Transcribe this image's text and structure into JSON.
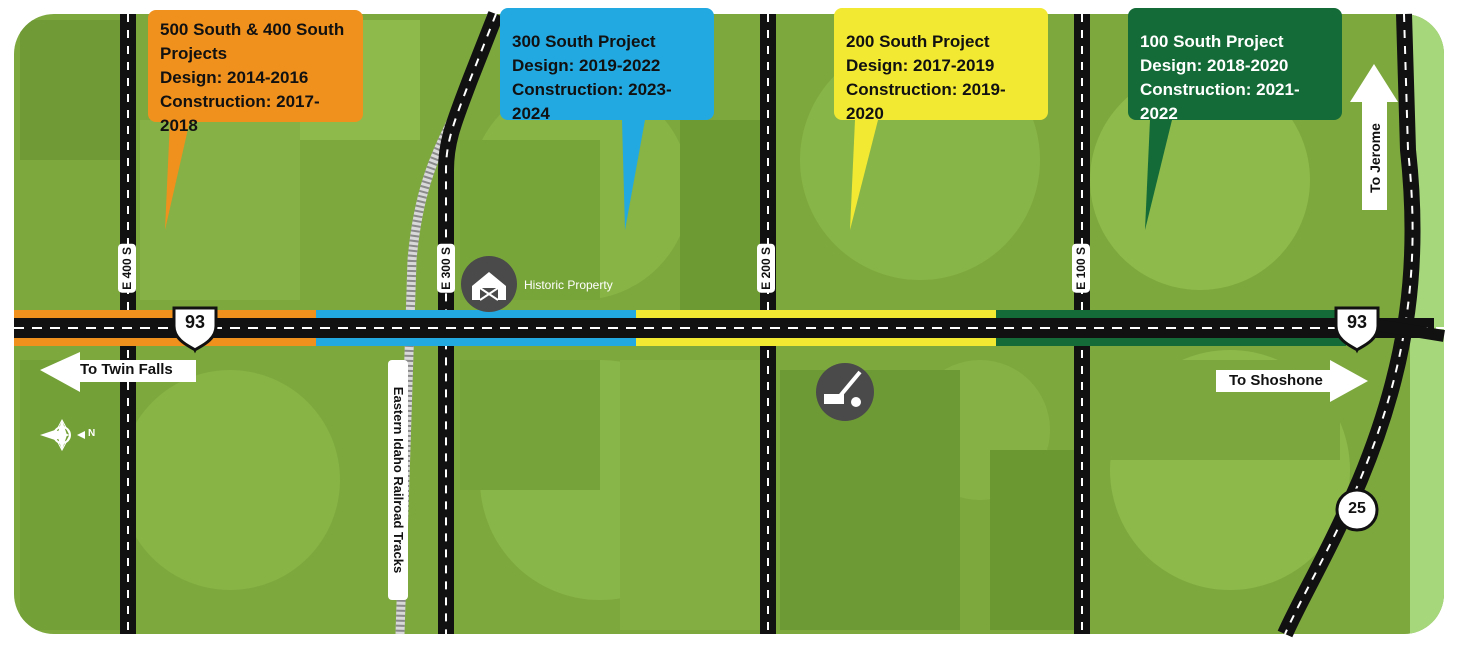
{
  "colors": {
    "orange": "#F0911E",
    "blue": "#23A9E1",
    "yellow": "#F2E933",
    "darkgreen": "#146B37",
    "field": "#7DA83E",
    "field_light": "#8DBA4A",
    "field_dark": "#5E8C2C",
    "margin_green": "#A6D77A",
    "road": "#111111"
  },
  "projects": [
    {
      "title": "500 South & 400 South Projects",
      "design": "Design: 2014-2016",
      "construction": "Construction: 2017-2018",
      "color": "#F0911E"
    },
    {
      "title": "300 South Project",
      "design": "Design: 2019-2022",
      "construction": "Construction: 2023-2024",
      "color": "#23A9E1"
    },
    {
      "title": "200 South Project",
      "design": "Design: 2017-2019",
      "construction": "Construction: 2019-2020",
      "color": "#F2E933"
    },
    {
      "title": "100 South Project",
      "design": "Design: 2018-2020",
      "construction": "Construction: 2021-2022",
      "color": "#146B37"
    }
  ],
  "roads": {
    "e400": "E 400 S",
    "e300": "E 300 S",
    "e200": "E 200 S",
    "e100": "E 100 S"
  },
  "highways": {
    "us93": "93",
    "sh25": "25"
  },
  "directions": {
    "twin_falls": "To Twin Falls",
    "shoshone": "To Shoshone",
    "jerome": "To Jerome"
  },
  "landmarks": {
    "historic": "Historic Property",
    "railroad": "Eastern Idaho Railroad Tracks",
    "barn_icon": "barn-icon",
    "golf_icon": "golf-icon"
  },
  "compass": {
    "label": "N"
  }
}
